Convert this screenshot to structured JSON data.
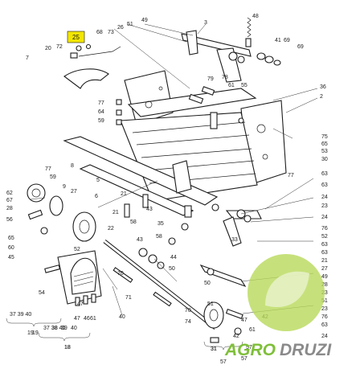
{
  "highlight": {
    "text": "25",
    "color": "#f2e600"
  },
  "callouts": [
    "48",
    "49",
    "3",
    "51",
    "26",
    "68",
    "73",
    "78",
    "72",
    "20",
    "7",
    "69",
    "41",
    "69",
    "36",
    "2",
    "77",
    "64",
    "59",
    "79",
    "61",
    "55",
    "75",
    "65",
    "53",
    "30",
    "77",
    "63",
    "63",
    "24",
    "23",
    "24",
    "76",
    "52",
    "63",
    "63",
    "21",
    "27",
    "49",
    "28",
    "23",
    "51",
    "23",
    "76",
    "63",
    "24",
    "8",
    "77",
    "59",
    "5",
    "9",
    "21",
    "27",
    "62",
    "67",
    "28",
    "56",
    "21",
    "43",
    "58",
    "35",
    "22",
    "58",
    "65",
    "60",
    "45",
    "52",
    "6",
    "54",
    "43",
    "70",
    "71",
    "50",
    "70",
    "74",
    "33",
    "44",
    "40",
    "50",
    "57",
    "47",
    "46",
    "61",
    "42",
    "47",
    "61",
    "31",
    "38",
    "39",
    "47",
    "19",
    "40",
    "18",
    "42",
    "51",
    "57"
  ],
  "group_labels": {
    "left_bracket": "37 39 40",
    "left_num": "19",
    "mid_bracket": "37 38 40",
    "mid_num": "18",
    "right_bracket": "57",
    "right_num": "31"
  },
  "watermark": {
    "agro": "AGRO",
    "druzi": "DRUZI",
    "agro_color": "#7fbf3a",
    "druzi_color": "#8a8a8a",
    "badge_color": "#b8d95a"
  }
}
